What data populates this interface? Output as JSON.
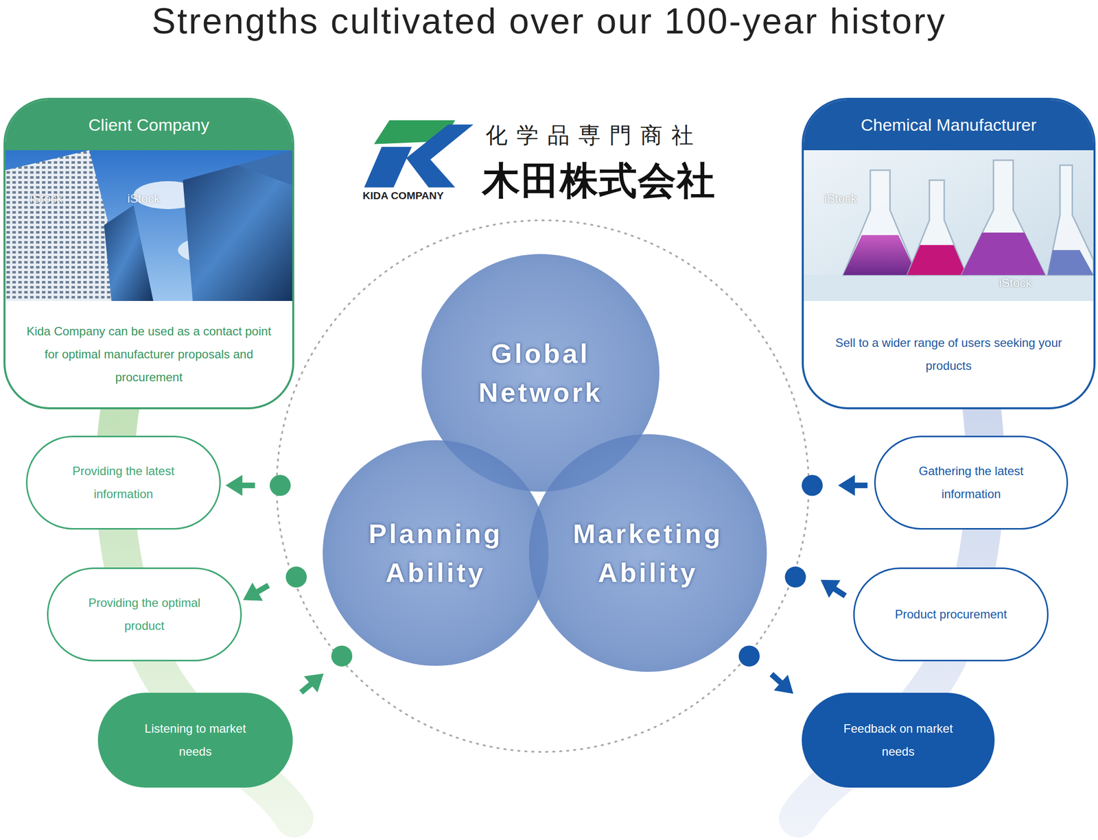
{
  "diagram": {
    "title": "Strengths cultivated over our 100-year history",
    "nodes": [
      {
        "text": [
          "Client Company",
          "Kida Company can be used as a contact point for optimal manufacturer proposals and procurement"
        ]
      },
      {
        "text": [
          "Chemical Manufacturer",
          "Sell to a wider range of users seeking your products"
        ]
      },
      {
        "text": [
          "Global Network"
        ]
      },
      {
        "text": [
          "Planning Ability"
        ]
      },
      {
        "text": [
          "Marketing Ability"
        ]
      },
      {
        "text": [
          "Providing the latest information"
        ]
      },
      {
        "text": [
          "Providing the optimal product"
        ]
      },
      {
        "text": [
          "Listening to market needs"
        ]
      },
      {
        "text": [
          "Gathering the latest information"
        ]
      },
      {
        "text": [
          "Product procurement"
        ]
      },
      {
        "text": [
          "Feedback on market needs"
        ]
      }
    ],
    "labels": [
      "KIDA COMPANY",
      "化学品専門商社",
      "木田株式会社",
      "iStock",
      "iStock",
      "iStock",
      "iStock"
    ]
  }
}
